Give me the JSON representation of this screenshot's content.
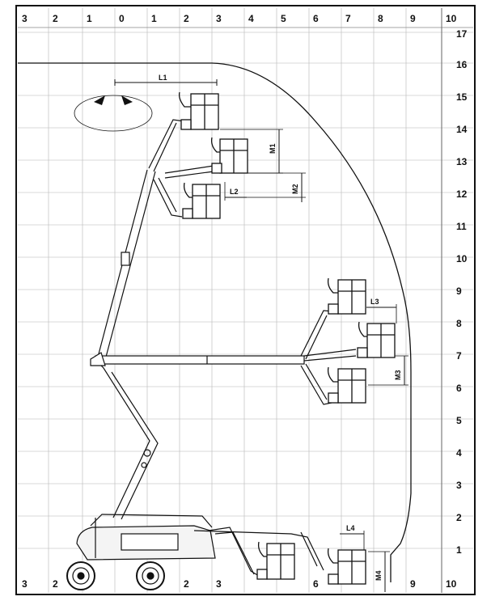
{
  "grid": {
    "top_labels": [
      "3",
      "2",
      "1",
      "0",
      "1",
      "2",
      "3",
      "4",
      "5",
      "6",
      "7",
      "8",
      "9",
      "10"
    ],
    "bottom_labels": [
      "3",
      "2",
      "",
      "",
      "",
      "2",
      "3",
      "",
      "",
      "6",
      "",
      "",
      "9",
      "10"
    ],
    "right_labels": [
      "17",
      "16",
      "15",
      "14",
      "13",
      "12",
      "11",
      "10",
      "9",
      "8",
      "7",
      "6",
      "5",
      "4",
      "3",
      "2",
      "1"
    ]
  },
  "dimensions": {
    "L1": "L1",
    "L2": "L2",
    "L3": "L3",
    "L4": "L4",
    "M1": "M1",
    "M2": "M2",
    "M3": "M3",
    "M4": "M4"
  },
  "colors": {
    "line": "#111111",
    "grid": "#9a9a9a",
    "envelope_fill": "#ffffff",
    "outside_fill": "#ffffff"
  },
  "icons": [
    "rotation-arrows-icon",
    "aerial-boom-lift"
  ]
}
